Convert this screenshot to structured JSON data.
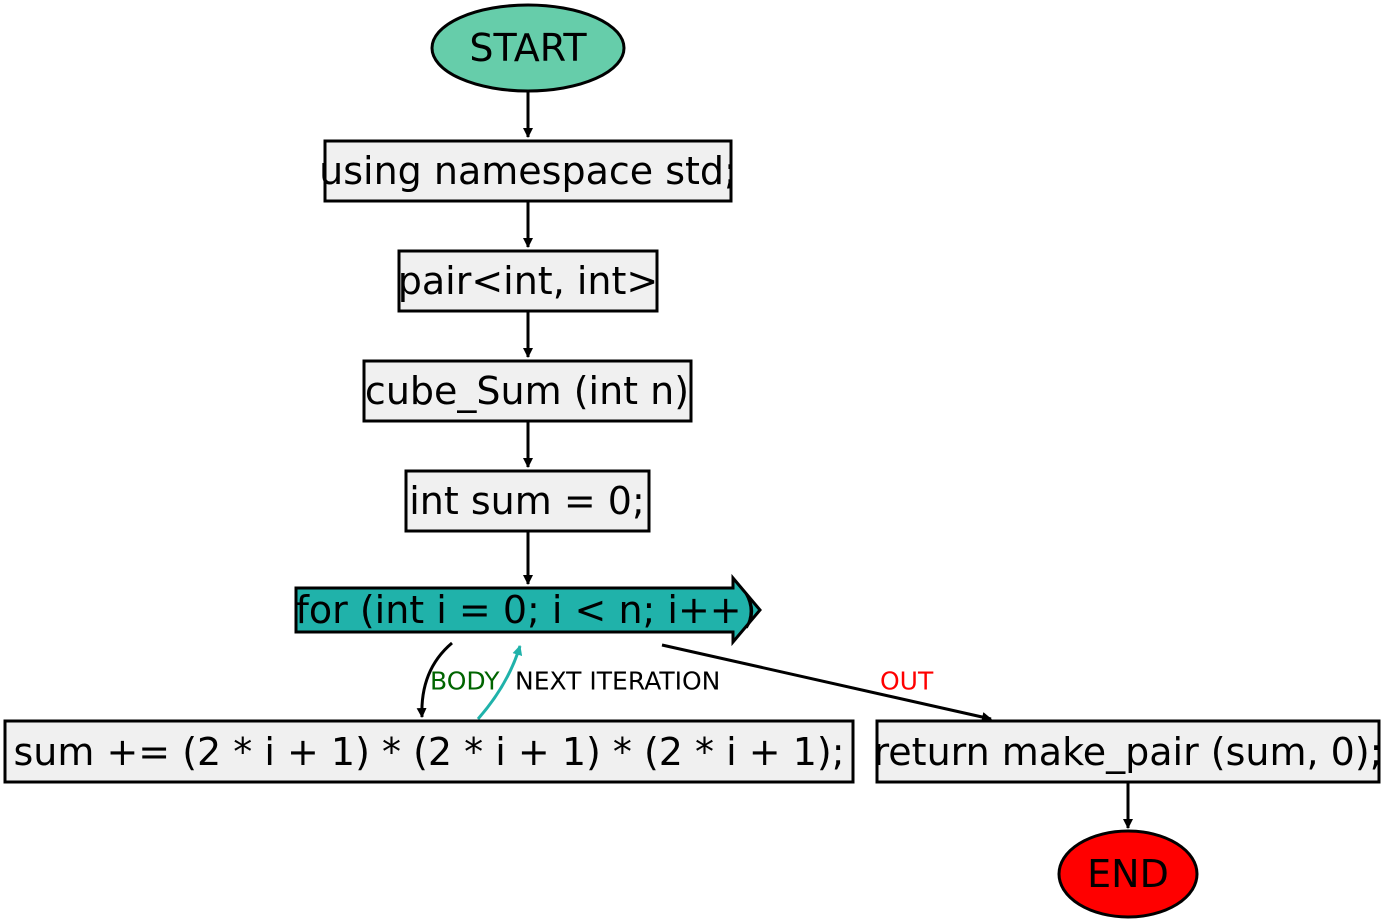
{
  "colors": {
    "start_fill": "#66cdaa",
    "end_fill": "#ff0000",
    "box_fill": "#f0f0f0",
    "loop_fill": "#20b2aa",
    "body_label": "#006400",
    "next_edge": "#20b2aa",
    "next_label": "#000000",
    "out_label": "#ff0000"
  },
  "nodes": {
    "start": "START",
    "using": "using namespace std;",
    "pair": "pair<int, int>",
    "func": "cube_Sum (int n)",
    "init": "int sum = 0;",
    "loop": "for (int i = 0; i < n; i++)",
    "body": "sum += (2 * i + 1) * (2 * i + 1) * (2 * i + 1);",
    "ret": "return make_pair (sum, 0);",
    "end": "END"
  },
  "edges": {
    "body_label": "BODY",
    "next_label": "NEXT ITERATION",
    "out_label": "OUT"
  }
}
